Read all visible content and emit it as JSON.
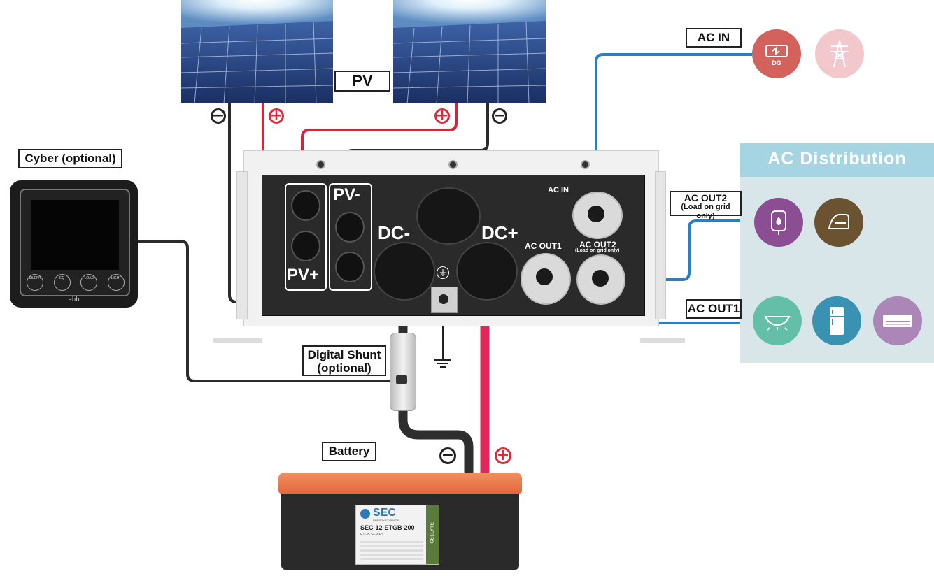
{
  "labels": {
    "pv": "PV",
    "cyber": "Cyber (optional)",
    "ac_in_tag": "AC IN",
    "ac_out2_tag_line1": "AC OUT2",
    "ac_out2_tag_line2": "(Load on grid only)",
    "ac_out1_tag": "AC OUT1",
    "digital_shunt_line1": "Digital Shunt",
    "digital_shunt_line2": "(optional)",
    "battery": "Battery"
  },
  "ac_distribution": {
    "title": "AC Distribution"
  },
  "inverter": {
    "pv_minus": "PV-",
    "pv_plus": "PV+",
    "dc_minus": "DC-",
    "dc_plus": "DC+",
    "ac_in": "AC IN",
    "ac_out1": "AC OUT1",
    "ac_out2": "AC OUT2",
    "ac_out2_sub": "(Load on grid only)"
  },
  "cyber_device": {
    "buttons": [
      "SILENT",
      "EQ",
      "LOAD",
      "LIGHT"
    ],
    "brand": "ebb"
  },
  "source_icons": {
    "dg_text": "DG"
  },
  "battery_label": {
    "brand": "SEC",
    "tagline": "ENERGY STORAGE",
    "model": "SEC-12-ETGB-200",
    "series": "ETGB SERIES",
    "side": "CELLYTE"
  },
  "signs": {
    "negative": "−",
    "positive": "+"
  },
  "colors": {
    "positive_wire": "#d8243a",
    "negative_wire": "#2b2b2b",
    "ac_wire": "#2b7fc1",
    "ac_distribution_bg": "#d8e5e9",
    "ac_distribution_header": "#a5d5e3",
    "dg_icon": "#d3625d",
    "grid_icon": "#f3c8cd",
    "water_heater_icon": "#8b4e92",
    "iron_icon": "#6b5331",
    "light_icon": "#64bfa9",
    "fridge_icon": "#3a92b3",
    "ac_unit_icon": "#ad86b8"
  },
  "icons": [
    "generator-icon",
    "transmission-tower-icon",
    "water-heater-icon",
    "iron-icon",
    "ceiling-light-icon",
    "refrigerator-icon",
    "air-conditioner-icon",
    "ground-icon"
  ]
}
